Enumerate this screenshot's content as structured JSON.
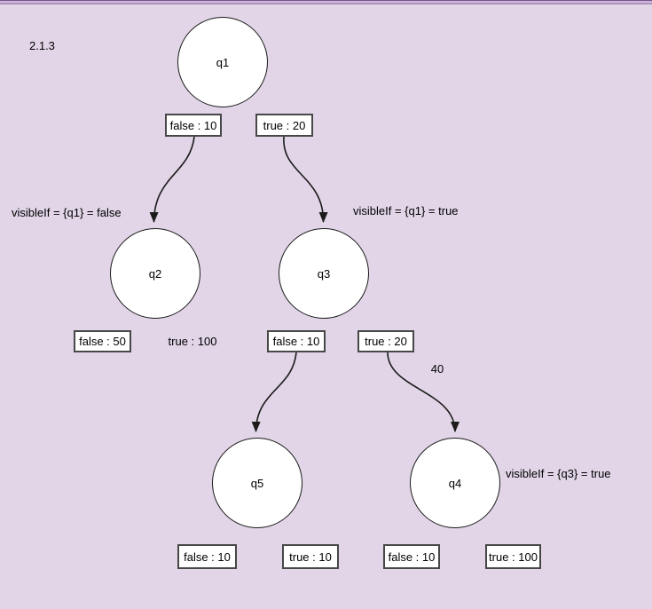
{
  "page": {
    "section_number": "2.1.3"
  },
  "colors": {
    "background": "#e1d5e7",
    "top_border_dark": "#77538e",
    "top_border_light": "#cdb7db",
    "shape_fill": "#ffffff",
    "shape_stroke": "#1a1a1a",
    "box_border": "#474747",
    "text": "#000000"
  },
  "nodes": {
    "q1": "q1",
    "q2": "q2",
    "q3": "q3",
    "q4": "q4",
    "q5": "q5"
  },
  "value_boxes": {
    "q1_false": "false : 10",
    "q1_true": "true : 20",
    "q2_false": "false : 50",
    "q3_false": "false : 10",
    "q3_true": "true : 20",
    "q5_false": "false : 10",
    "q5_true": "true : 10",
    "q4_false": "false : 10",
    "q4_true": "true : 100"
  },
  "plain_labels": {
    "q2_true": "true : 100",
    "edge_weight": "40"
  },
  "conditions": {
    "q2": "visibleIf = {q1} = false",
    "q3": "visibleIf = {q1} = true",
    "q4": "visibleIf = {q3} = true"
  },
  "edges": [
    {
      "from": "q1_false_box",
      "to": "q2"
    },
    {
      "from": "q1_true_box",
      "to": "q3"
    },
    {
      "from": "q3_false_box",
      "to": "q5"
    },
    {
      "from": "q3_true_box",
      "to": "q4",
      "label": "40"
    }
  ]
}
